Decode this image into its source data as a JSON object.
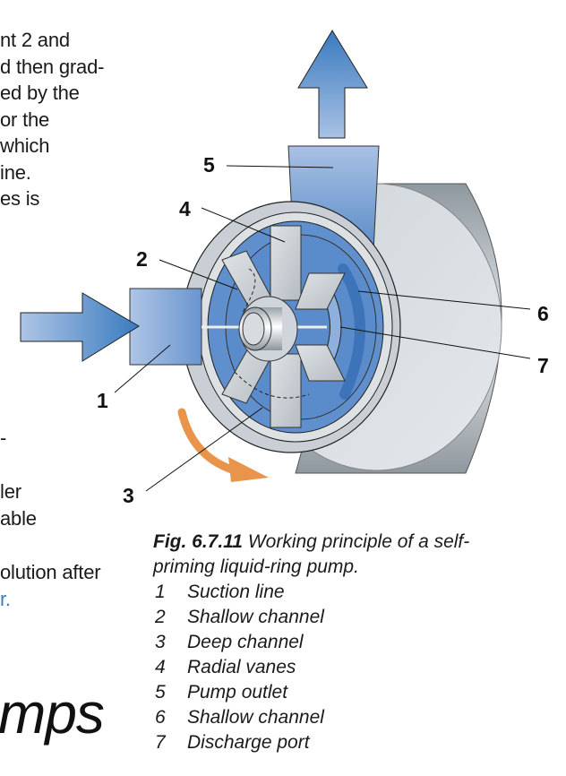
{
  "body_text_top": [
    "nt 2 and",
    "d then grad-",
    "ed by the",
    "or the",
    " which",
    "ine.",
    "es is"
  ],
  "body_text_bottom_a": [
    "-"
  ],
  "body_text_bottom_b": [
    "ler",
    "able"
  ],
  "body_text_bottom_c": [
    "olution after",
    "r."
  ],
  "section_heading": "mps",
  "figure": {
    "number": "Fig. 6.7.11",
    "caption_line1": " Working principle of a self-",
    "caption_line2": "priming liquid-ring pump.",
    "callout_labels": [
      "1",
      "2",
      "3",
      "4",
      "5",
      "6",
      "7"
    ],
    "legend": [
      {
        "num": "1",
        "label": "Suction line"
      },
      {
        "num": "2",
        "label": "Shallow channel"
      },
      {
        "num": "3",
        "label": "Deep channel"
      },
      {
        "num": "4",
        "label": "Radial vanes"
      },
      {
        "num": "5",
        "label": "Pump outlet"
      },
      {
        "num": "6",
        "label": "Shallow channel"
      },
      {
        "num": "7",
        "label": "Discharge port"
      }
    ],
    "colors": {
      "flow_blue_dark": "#3a7bbf",
      "flow_blue_light": "#a9c1e4",
      "rotation_arrow": "#e8944a",
      "casing_gray": "#b9c0c6"
    }
  }
}
